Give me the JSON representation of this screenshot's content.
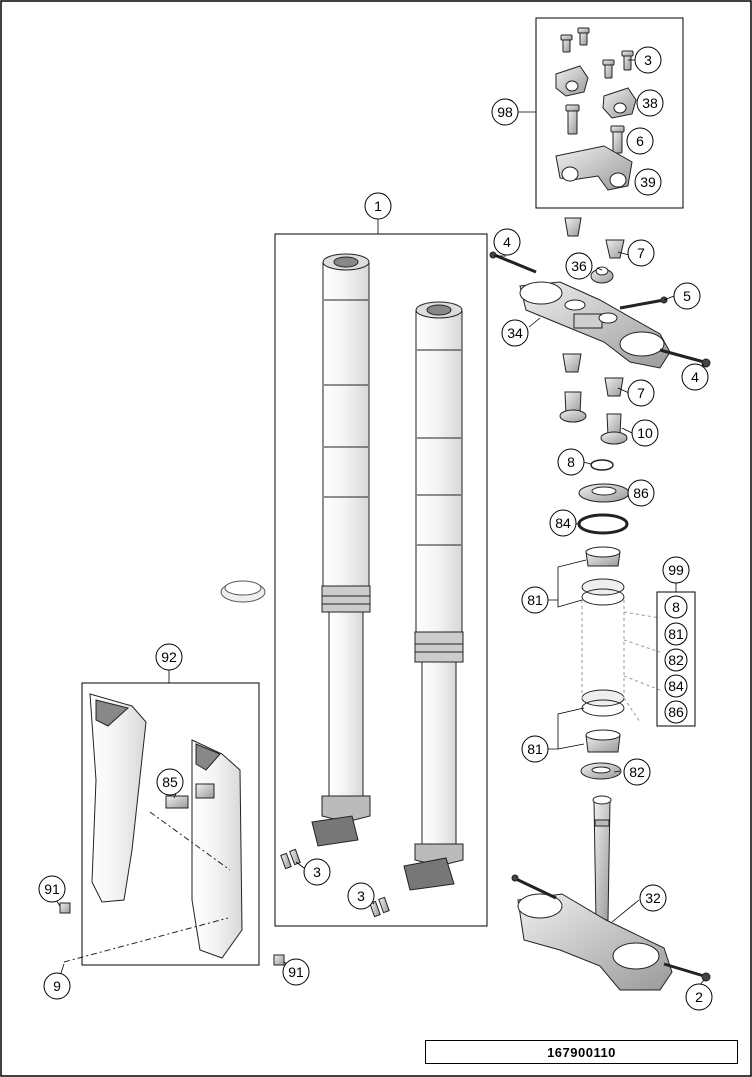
{
  "diagram": {
    "part_number": "167900110",
    "callouts": {
      "c98": "98",
      "c3_top": "3",
      "c38": "38",
      "c6": "6",
      "c39": "39",
      "c1": "1",
      "c4_top": "4",
      "c7_top": "7",
      "c36": "36",
      "c5": "5",
      "c34": "34",
      "c4_right": "4",
      "c7_mid": "7",
      "c10": "10",
      "c8": "8",
      "c86": "86",
      "c84": "84",
      "c99": "99",
      "c81_top": "81",
      "c81_bottom": "81",
      "c82": "82",
      "c92": "92",
      "c85": "85",
      "c91_left": "91",
      "c9": "9",
      "c91_right": "91",
      "c3_fork_left": "3",
      "c3_fork_right": "3",
      "c32": "32",
      "c2": "2"
    },
    "kit_99_items": [
      "8",
      "81",
      "82",
      "84",
      "86"
    ]
  }
}
